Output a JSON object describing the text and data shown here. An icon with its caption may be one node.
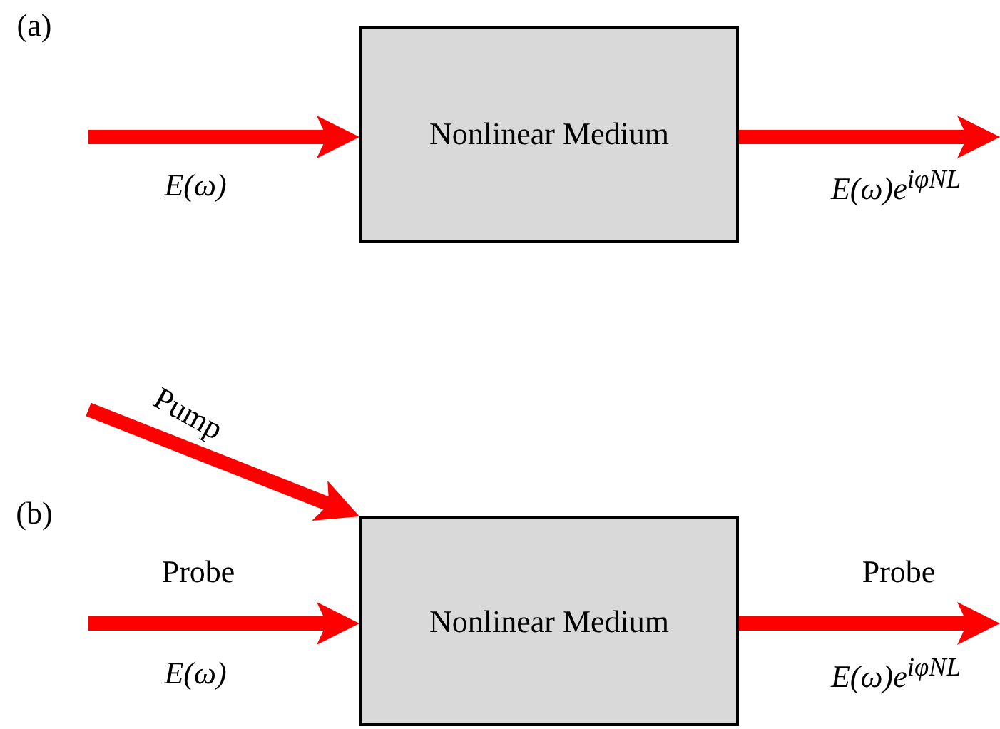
{
  "diagram": {
    "nodes": [
      {
        "text": [
          "Nonlinear Medium"
        ]
      },
      {
        "text": [
          "Nonlinear Medium"
        ]
      }
    ],
    "edges": [
      {
        "from": null,
        "to": 0,
        "arrow": "to",
        "label": "E(ω)",
        "color": "#ff0000"
      },
      {
        "from": 0,
        "to": null,
        "arrow": "to",
        "label": "E(ω)e$^{iφNL}$",
        "color": "#ff0000"
      },
      {
        "from": null,
        "to": 1,
        "arrow": "to",
        "label": "Pump",
        "color": "#ff0000"
      },
      {
        "from": null,
        "to": 1,
        "arrow": "to",
        "label": "Probe",
        "color": "#ff0000"
      },
      {
        "from": 1,
        "to": null,
        "arrow": "to",
        "label": "Probe",
        "color": "#ff0000"
      }
    ],
    "labels": [
      "(a)",
      "(b)",
      "E(ω)",
      "E(ω)e$^{iφNL}$"
    ]
  }
}
